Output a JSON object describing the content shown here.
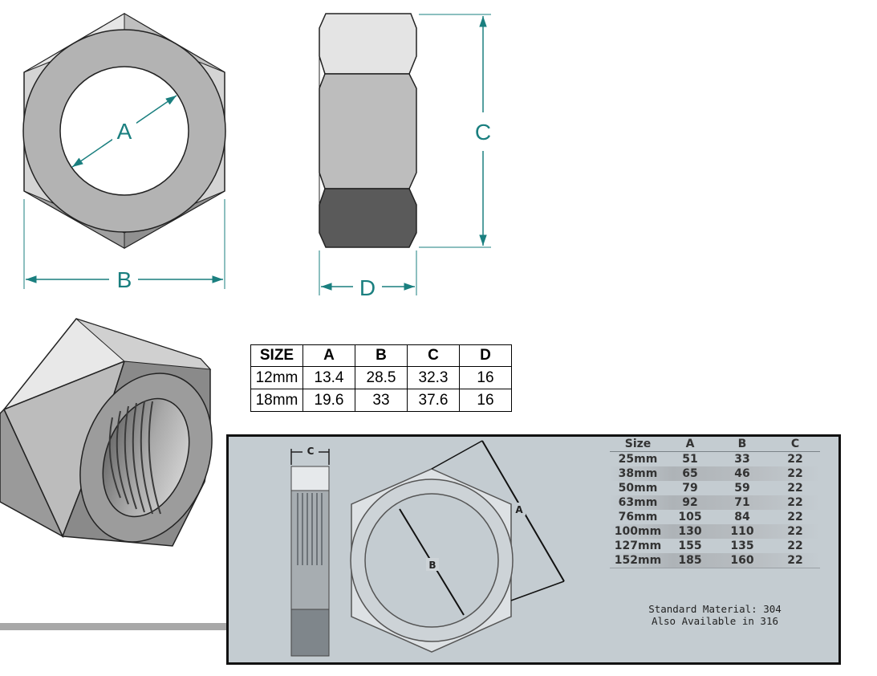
{
  "dimension_labels": {
    "a": "A",
    "b": "B",
    "c": "C",
    "d": "D"
  },
  "size_table": {
    "headers": [
      "SIZE",
      "A",
      "B",
      "C",
      "D"
    ],
    "rows": [
      [
        "12mm",
        "13.4",
        "28.5",
        "32.3",
        "16"
      ],
      [
        "18mm",
        "19.6",
        "33",
        "37.6",
        "16"
      ]
    ]
  },
  "panel": {
    "labels": {
      "a": "A",
      "b": "B",
      "c": "C"
    },
    "table": {
      "headers": [
        "Size",
        "A",
        "B",
        "C"
      ],
      "rows": [
        [
          "25mm",
          "51",
          "33",
          "22"
        ],
        [
          "38mm",
          "65",
          "46",
          "22"
        ],
        [
          "50mm",
          "79",
          "59",
          "22"
        ],
        [
          "63mm",
          "92",
          "71",
          "22"
        ],
        [
          "76mm",
          "105",
          "84",
          "22"
        ],
        [
          "100mm",
          "130",
          "110",
          "22"
        ],
        [
          "127mm",
          "155",
          "135",
          "22"
        ],
        [
          "152mm",
          "185",
          "160",
          "22"
        ]
      ]
    },
    "note_line1": "Standard Material: 304",
    "note_line2": "Also Available in 316"
  },
  "colors": {
    "dimension": "#1a7f7f",
    "panel_background": "#c4ccd1"
  }
}
